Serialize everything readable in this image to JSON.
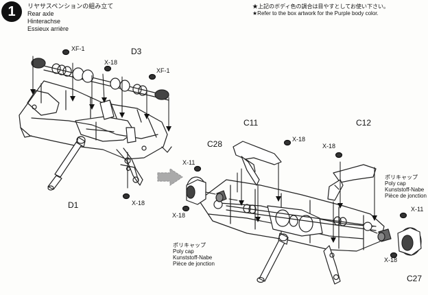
{
  "step": {
    "number": "1",
    "title_ja": "リヤサスペンションの組み立て",
    "title_en": "Rear axle",
    "title_de": "Hinterachse",
    "title_fr": "Essieux arrière"
  },
  "notes": {
    "ja": "★上記のボディ色の調合は目やすとしてお使い下さい。",
    "en": "★Refer to the box artwork for the Purple body color."
  },
  "labels": {
    "xf1": "XF-1",
    "d3": "D3",
    "x18": "X-18",
    "x11": "X-11",
    "d1": "D1",
    "c28": "C28",
    "c11": "C11",
    "c12": "C12",
    "c27": "C27"
  },
  "polycap": {
    "ja": "ポリキャップ",
    "en": "Poly cap",
    "de": "Kunststoff-Nabe",
    "fr": "Pièce de jonction"
  },
  "colors": {
    "ink": "#111111",
    "part_gray": "#3a3a3a",
    "arrow_gray": "#9a9a9a",
    "paper": "#fdfdfb"
  }
}
